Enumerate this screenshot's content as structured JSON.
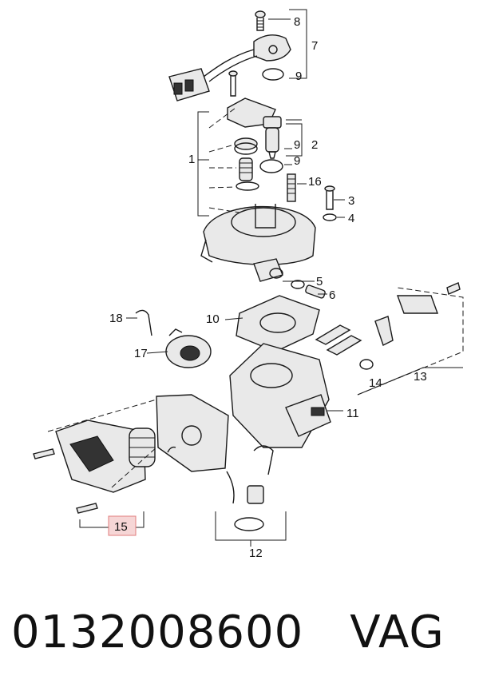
{
  "diagram": {
    "callouts": [
      "8",
      "7",
      "9",
      "2",
      "9",
      "9",
      "1",
      "16",
      "3",
      "4",
      "5",
      "6",
      "10",
      "18",
      "17",
      "13",
      "14",
      "11",
      "15",
      "12"
    ],
    "highlighted_callout": "15",
    "colors": {
      "line": "#1a1a1a",
      "highlight_fill": "#f6d6d6",
      "highlight_stroke": "#e07c7c"
    }
  },
  "footer": {
    "part_number": "0132008600",
    "brand": "VAG"
  }
}
